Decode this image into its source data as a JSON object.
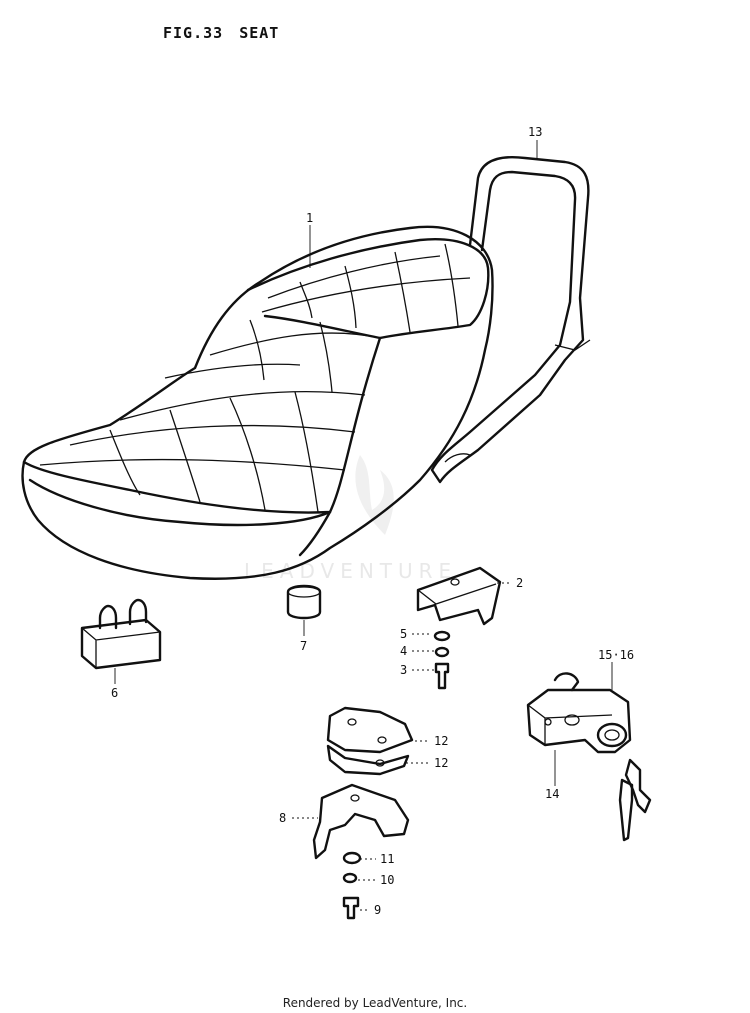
{
  "header": {
    "fig_label": "FIG.33",
    "fig_title": "SEAT"
  },
  "footer": {
    "text": "Rendered by LeadVenture, Inc."
  },
  "watermark": {
    "text": "LEADVENTURE"
  },
  "callouts": {
    "p1": "1",
    "p2": "2",
    "p3": "3",
    "p4": "4",
    "p5": "5",
    "p6": "6",
    "p7": "7",
    "p8": "8",
    "p9": "9",
    "p10": "10",
    "p11": "11",
    "p12a": "12",
    "p12b": "12",
    "p13": "13",
    "p14": "14",
    "p15_16": "15·16"
  }
}
